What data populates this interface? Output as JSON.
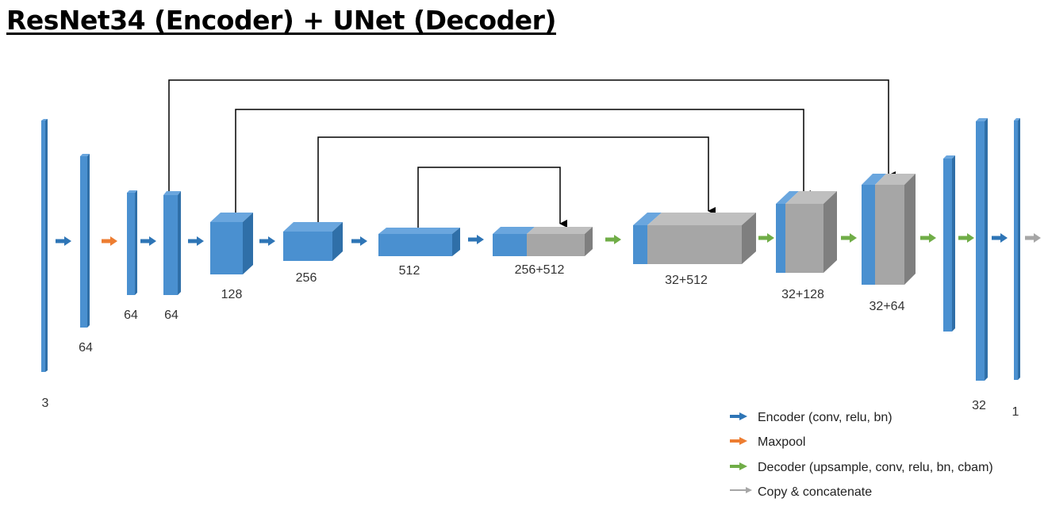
{
  "title": "ResNet34 (Encoder) + UNet (Decoder)",
  "colors": {
    "encoder": "#2e75b6",
    "block_blue_front": "#4a90d0",
    "block_blue_top": "#6aa6de",
    "block_blue_side": "#2f6fa8",
    "block_gray_front": "#a6a6a6",
    "block_gray_top": "#bfbfbf",
    "block_gray_side": "#7f7f7f",
    "maxpool": "#ed7d31",
    "decoder": "#70ad47",
    "copy": "#a6a6a6",
    "connector": "#000000"
  },
  "layers": [
    {
      "label": "3"
    },
    {
      "label": "64"
    },
    {
      "label": "64"
    },
    {
      "label": "64"
    },
    {
      "label": "128"
    },
    {
      "label": "256"
    },
    {
      "label": "512"
    },
    {
      "label": "256+512"
    },
    {
      "label": "32+512"
    },
    {
      "label": "32+128"
    },
    {
      "label": "32+64"
    },
    {
      "label": "32"
    },
    {
      "label": "1"
    }
  ],
  "legend": [
    {
      "kind": "encoder",
      "label": "Encoder (conv, relu, bn)"
    },
    {
      "kind": "maxpool",
      "label": "Maxpool"
    },
    {
      "kind": "decoder",
      "label": "Decoder (upsample, conv, relu, bn, cbam)"
    },
    {
      "kind": "copy",
      "label": "Copy & concatenate"
    }
  ]
}
